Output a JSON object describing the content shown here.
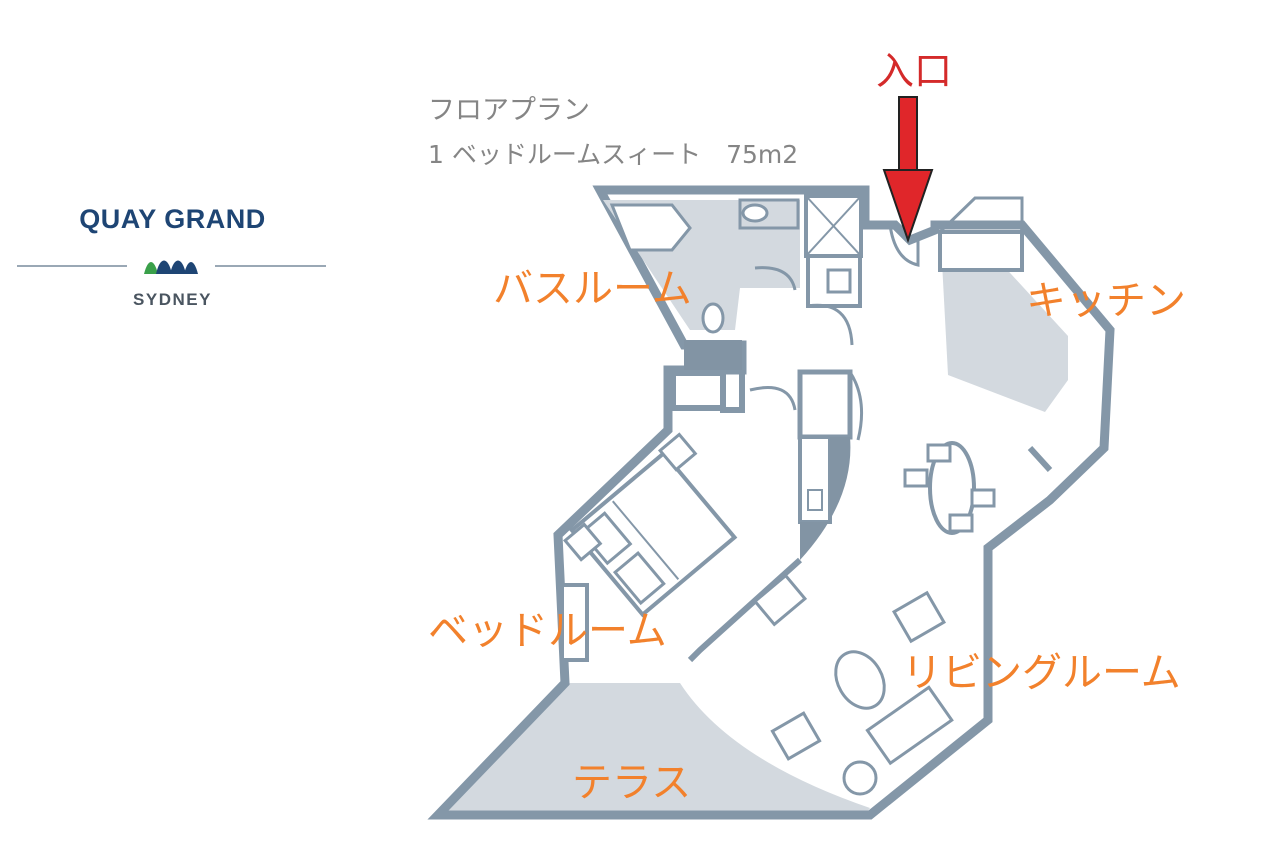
{
  "logo": {
    "title": "QUAY GRAND",
    "subtitle": "SYDNEY",
    "colors": {
      "primary": "#1e4574",
      "accent": "#3aa04a",
      "rule": "#9aa8b5"
    }
  },
  "header": {
    "title": "フロアプラン",
    "subtitle": "1 ベッドルームスィート　75m2"
  },
  "entrance": {
    "label": "入口",
    "arrow_color": "#e0262a"
  },
  "rooms": {
    "bathroom": "バスルーム",
    "kitchen": "キッチン",
    "bedroom": "ベッドルーム",
    "living": "リビングルーム",
    "terrace": "テラス"
  },
  "colors": {
    "wall": "#8497a8",
    "wall_inner": "#ffffff",
    "fill": "#d3d9df",
    "dark_fill": "#8294a4",
    "label": "#f2812c"
  }
}
